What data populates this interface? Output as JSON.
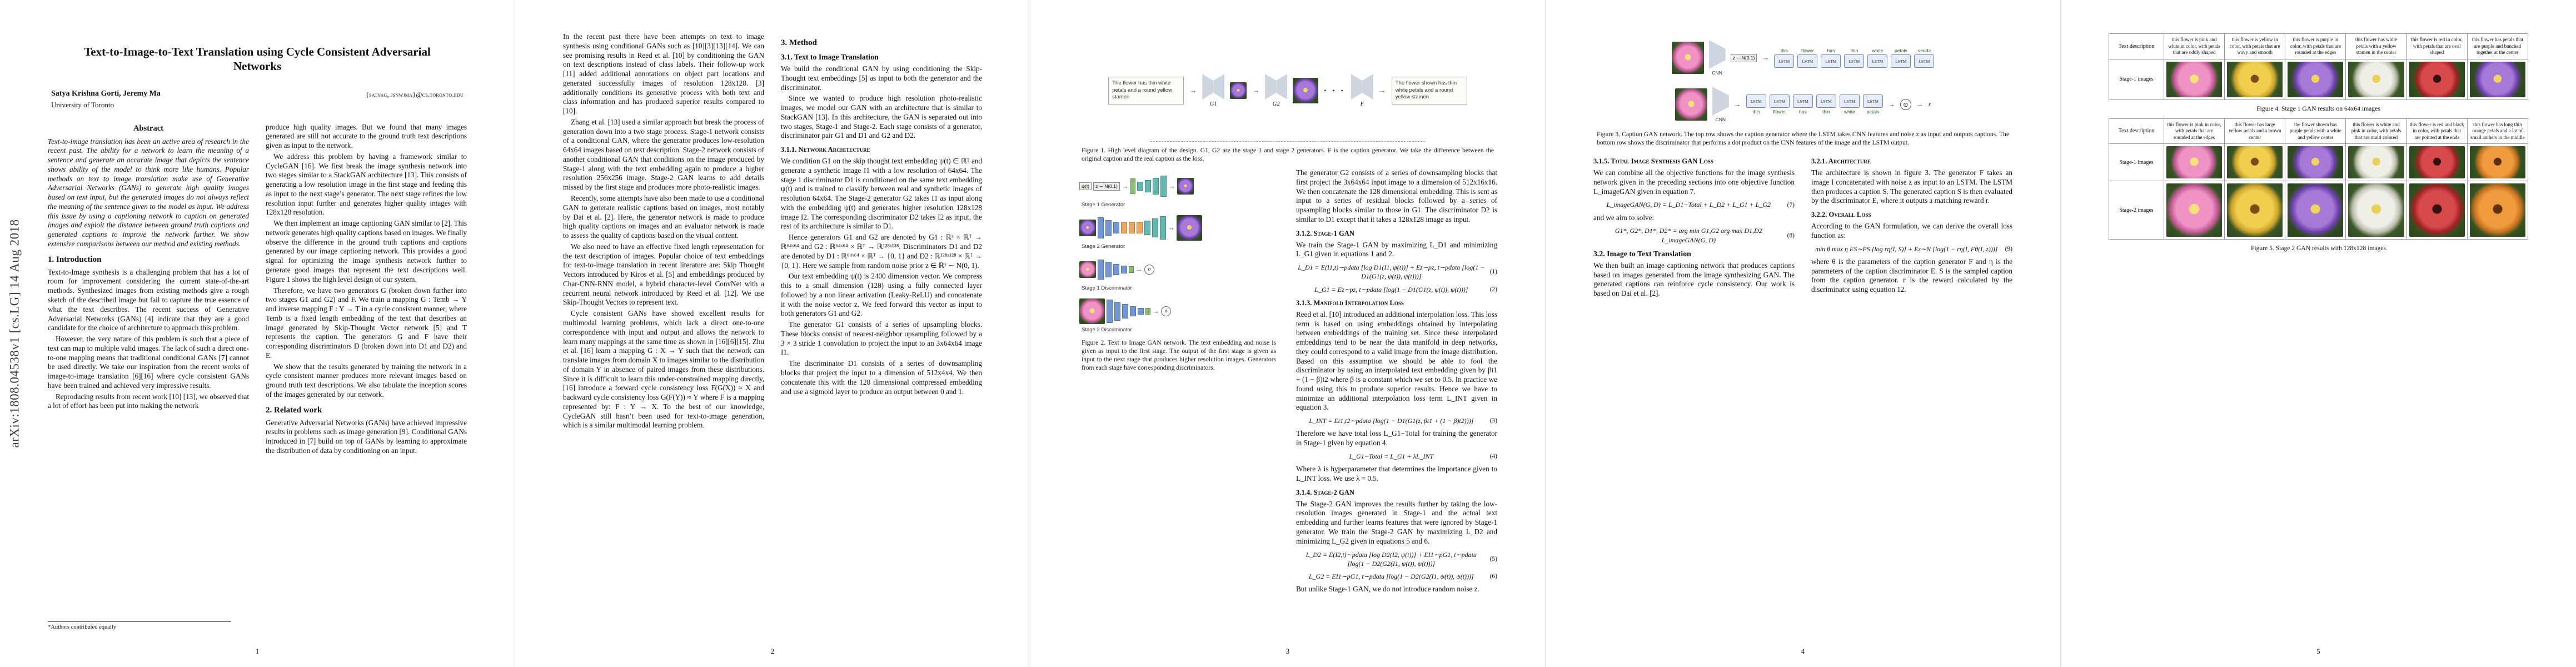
{
  "arxiv": {
    "stamp": "arXiv:1808.04538v1  [cs.LG]  14 Aug 2018"
  },
  "p1": {
    "title": "Text-to-Image-to-Text Translation using Cycle Consistent Adversarial Networks",
    "authors": "Satya Krishna Gorti, Jeremy Ma",
    "emails": "{satyag, jsnwjma}@cs.toronto.edu",
    "affiliation": "University of Toronto",
    "abstract_heading": "Abstract",
    "abstract": "Text-to-image translation has been an active area of research in the recent past. The ability for a network to learn the meaning of a sentence and generate an accurate image that depicts the sentence shows ability of the model to think more like humans. Popular methods on text to image translation make use of Generative Adversarial Networks (GANs) to generate high quality images based on text input, but the generated images do not always reflect the meaning of the sentence given to the model as input. We address this issue by using a captioning network to caption on generated images and exploit the distance between ground truth captions and generated captions to improve the network further. We show extensive comparisons between our method and existing methods.",
    "s1_heading": "1. Introduction",
    "intro_p1": "Text-to-Image synthesis is a challenging problem that has a lot of room for improvement considering the current state-of-the-art methods. Synthesized images from existing methods give a rough sketch of the described image but fail to capture the true essence of what the text describes. The recent success of Generative Adversarial Networks (GANs) [4] indicate that they are a good candidate for the choice of architecture to approach this problem.",
    "intro_p2": "However, the very nature of this problem is such that a piece of text can map to multiple valid images. The lack of such a direct one-to-one mapping means that traditional conditional GANs [7] cannot be used directly. We take our inspiration from the recent works of image-to-image translation [6][16] where cycle consistent GANs have been trained and achieved very impressive results.",
    "intro_p3": "Reproducing results from recent work [10] [13], we observed that a lot of effort has been put into making the network",
    "footnote": "*Authors contributed equally",
    "col2_p1": "produce high quality images. But we found that many images generated are still not accurate to the ground truth text descriptions given as input to the network.",
    "col2_p2": "We address this problem by having a framework similar to CycleGAN [16]. We first break the image synthesis network into two stages similar to a StackGAN architecture [13]. This consists of generating a low resolution image in the first stage and feeding this as input to the next stage’s generator. The next stage refines the low resolution input further and generates higher quality images with 128x128 resolution.",
    "col2_p3": "We then implement an image captioning GAN similar to [2]. This network generates high quality captions based on images. We finally observe the difference in the ground truth captions and captions generated by our image captioning network. This provides a good signal for optimizing the image synthesis network further to generate good images that represent the text descriptions well. Figure 1 shows the high level design of our system.",
    "col2_p4": "Therefore, we have two generators G (broken down further into two stages G1 and G2) and F. We train a mapping G : Temb → Y and inverse mapping F : Y → T in a cycle consistent manner, where Temb is a fixed length embedding of the text that describes an image generated by Skip-Thought Vector network [5] and T represents the caption. The generators G and F have their corresponding discriminators D (broken down into D1 and D2) and E.",
    "col2_p5": "We show that the results generated by training the network in a cycle consistent manner produces more relevant images based on ground truth text descriptions. We also tabulate the inception scores of the images generated by our network.",
    "s2_heading": "2. Related work",
    "related_p1": "Generative Adversarial Networks (GANs) have achieved impressive results in problems such as image generation [9]. Conditional GANs introduced in [7] build on top of GANs by learning to approximate the distribution of data by conditioning on an input.",
    "pageno": "1"
  },
  "p2": {
    "c1p1": "In the recent past there have been attempts on text to image synthesis using conditional GANs such as [10][3][13][14]. We can see promising results in Reed et al. [10] by conditioning the GAN on text descriptions instead of class labels. Their follow-up work [11] added additional annotations on object part locations and generated successfully images of resolution 128x128. [3] additionally conditions its generative process with both text and class information and has produced superior results compared to [10].",
    "c1p2": "Zhang et al. [13] used a similar approach but break the process of generation down into a two stage process. Stage-1 network consists of a conditional GAN, where the generator produces low-resolution 64x64 images based on text description. Stage-2 network consists of another conditional GAN that conditions on the image produced by Stage-1 along with the text embedding again to produce a higher resolution 256x256 image. Stage-2 GAN learns to add details missed by the first stage and produces more photo-realistic images.",
    "c1p3": "Recently, some attempts have also been made to use a conditional GAN to generate realistic captions based on images, most notably by Dai et al. [2]. Here, the generator network is made to produce high quality captions on images and an evaluator network is made to assess the quality of captions based on the visual content.",
    "c1p4": "We also need to have an effective fixed length representation for the text description of images. Popular choice of text embeddings for text-to-image translation in recent literature are: Skip Thought Vectors introduced by Kiros et al. [5] and embeddings produced by Char-CNN-RNN model, a hybrid character-level ConvNet with a recurrent neural network introduced by Reed et al. [12]. We use Skip-Thought Vectors to represent text.",
    "c1p5": "Cycle consistent GANs have showed excellent results for multimodal learning problems, which lack a direct one-to-one correspondence with input and output and allows the network to learn many mappings at the same time as shown in [16][6][15]. Zhu et al. [16] learn a mapping G : X → Y such that the network can translate images from domain X to images similar to the distribution of domain Y in absence of paired images from these distributions. Since it is difficult to learn this under-constrained mapping directly, [16] introduce a forward cycle consistency loss F(G(X)) ≈ X and backward cycle consistency loss G(F(Y)) ≈ Y where F is a mapping represented by: F : Y → X. To the best of our knowledge, CycleGAN still hasn’t been used for text-to-image generation, which is a similar multimodal learning problem.",
    "method_heading": "3. Method",
    "s31_heading": "3.1. Text to Image Translation",
    "m_p1": "We build the conditional GAN by using conditioning the Skip-Thought text embeddings [5] as input to both the generator and the discriminator.",
    "m_p2": "Since we wanted to produce high resolution photo-realistic images, we model our GAN with an architecture that is similar to StackGAN [13]. In this architecture, the GAN is separated out into two stages, Stage-1 and Stage-2. Each stage consists of a generator, discriminator pair G1 and D1 and G2 and D2.",
    "s311_heading": "3.1.1. Network Architecture",
    "a_p1": "We condition G1 on the skip thought text embedding ψ(t) ∈ ℝᵀ and generate a synthetic image I1 with a low resolution of 64x64. The stage 1 discriminator D1 is conditioned on the same text embedding ψ(t) and is trained to classify between real and synthetic images of resolution 64x64. The Stage-2 generator G2 takes I1 as input along with the embedding ψ(t) and generates higher resolution 128x128 image I2. The corresponding discriminator D2 takes I2 as input, the rest of its architecture is similar to D1.",
    "a_p2": "Hence generators G1 and G2 are denoted by G1 : ℝᶻ × ℝᵀ → ℝ⁶⁴ˣ⁶⁴ and G2 : ℝ⁶⁴ˣ⁶⁴ × ℝᵀ → ℝ¹²⁸ˣ¹²⁸. Discriminators D1 and D2 are denoted by D1 : ℝ⁶⁴ˣ⁶⁴ × ℝᵀ → {0, 1} and D2 : ℝ¹²⁸ˣ¹²⁸ × ℝᵀ → {0, 1}. Here we sample from random noise prior z ∈ ℝᶻ ∼ N(0, 1).",
    "a_p3": "Our text embedding ψ(t) is 2400 dimension vector. We compress this to a small dimension (128) using a fully connected layer followed by a non linear activation (Leaky-ReLU) and concatenate it with the noise vector z. We feed forward this vector as input to both generators G1 and G2.",
    "a_p4": "The generator G1 consists of a series of upsampling blocks. These blocks consist of nearest-neighbor upsampling followed by a 3 × 3 stride 1 convolution to project the input to an 3x64x64 image I1.",
    "a_p5": "The discriminator D1 consists of a series of downsampling blocks that project the input to a dimension of 512x4x4. We then concatenate this with the 128 dimensional compressed embedding and use a sigmoid layer to produce an output between 0 and 1.",
    "pageno": "2"
  },
  "p3": {
    "fig1": {
      "input_text": "The flower has thin white petals and a round yellow stamen",
      "g1_label": "G1",
      "g2_label": "G2",
      "f_label": "F",
      "dots": "• • •",
      "img1_color": "purple",
      "img2_color": "purple",
      "output_text": "The flower shown has thin white petals and a round yellow stamen"
    },
    "fig1_caption": "Figure 1. High level diagram of the design. G1, G2 are the stage 1 and stage 2 generators. F is the caption generator. We take the difference between the original caption and the real caption as the loss.",
    "fig2": {
      "psi_label": "ψ(t)",
      "z_label": "z ∼ N(0,1)",
      "sig_label": "σ",
      "s1g_label": "Stage 1 Generator",
      "s2g_label": "Stage 2 Generator",
      "s1d_label": "Stage 1 Discriminator",
      "s2d_label": "Stage 2 Discriminator",
      "g1_out_color": "purple",
      "g2_out_color": "purple",
      "d1_in_color": "pink",
      "d2_in_color": "pink"
    },
    "fig2_caption": "Figure 2. Text to Image GAN network. The text embedding and noise is given as input to the first stage. The output of the first stage is given as input to the next stage that produces higher resolution images. Generators from each stage have corresponding discriminators.",
    "cont_p1": "The generator G2 consists of a series of downsampling blocks that first project the 3x64x64 input image to a dimension of 512x16x16. We then concatenate the 128 dimensional embedding. This is sent as input to a series of residual blocks followed by a series of upsampling blocks similar to those in G1. The discriminator D2 is similar to D1 except that it takes a 128x128 image as input.",
    "s312_heading": "3.1.2. Stage-1 GAN",
    "g1_p1": "We train the Stage-1 GAN by maximizing L_D1 and minimizing L_G1 given in equations 1 and 2.",
    "eq1": "L_D1 = E(I1,t)∼pdata [log D1(I1, ψ(t))] + Ez∼pz, t∼pdata [log(1 − D1(G1(z, ψ(t)), ψ(t)))]",
    "eq1_no": "(1)",
    "eq2": "L_G1 = Ez∼pz, t∼pdata [log(1 − D1(G1(z, ψ(t)), ψ(t)))]",
    "eq2_no": "(2)",
    "s313_heading": "3.1.3. Manifold Interpolation Loss",
    "mi_p1": "Reed et al. [10] introduced an additional interpolation loss. This loss term is based on using embeddings obtained by interpolating between embeddings of the training set. Since these interpolated embeddings tend to be near the data manifold in deep networks, they could correspond to a valid image from the image distribution. Based on this assumption we should be able to fool the discriminator by using an interpolated text embedding given by βt1 + (1 − β)t2 where β is a constant which we set to 0.5. In practice we found using this to produce superior results. Hence we have to minimize an additional interpolation loss term L_INT given in equation 3.",
    "eq3": "L_INT = Et1,t2∼pdata [log(1 − D1(G1(z, βt1 + (1 − β)t2)))]",
    "eq3_no": "(3)",
    "mi_p2": "Therefore we have total loss L_G1−Total for training the generator in Stage-1 given by equation 4.",
    "eq4": "L_G1−Total = L_G1 + λL_INT",
    "eq4_no": "(4)",
    "mi_p3": "Where λ is hyperparameter that determines the importance given to L_INT loss. We use λ = 0.5.",
    "s314_heading": "3.1.4. Stage-2 GAN",
    "g2_p1": "The Stage-2 GAN improves the results further by taking the low-resolution images generated in Stage-1 and the actual text embedding and further learns features that were ignored by Stage-1 generator. We train the Stage-2 GAN by maximizing L_D2 and minimizing L_G2 given in equations 5 and 6.",
    "eq5": "L_D2 = E(I2,t)∼pdata [log D2(I2, ψ(t))] + EI1∼pG1, t∼pdata [log(1 − D2(G2(I1, ψ(t)), ψ(t)))]",
    "eq5_no": "(5)",
    "eq6": "L_G2 = EI1∼pG1, t∼pdata [log(1 − D2(G2(I1, ψ(t)), ψ(t)))]",
    "eq6_no": "(6)",
    "g2_p2": "But unlike Stage-1 GAN, we do not introduce random noise z.",
    "pageno": "3"
  },
  "p4": {
    "fig3": {
      "cnn_label": "CNN",
      "z_label": "z ∼ N(0,1)",
      "lstm_label": "LSTM",
      "words": [
        "this",
        "flower",
        "has",
        "thin",
        "white",
        "petals"
      ],
      "end_token": "<end>",
      "dot_label": "⊙",
      "r_label": "r",
      "gen_img_color": "pink",
      "disc_img_color": "pink"
    },
    "fig3_caption": "Figure 3. Caption GAN network. The top row shows the caption generator where the LSTM takes CNN features and noise z as input and outputs captions. The bottom row shows the discriminator that performs a dot product on the CNN features of the image and the LSTM output.",
    "s315_heading": "3.1.5. Total Image Synthesis GAN Loss",
    "t_p1": "We can combine all the objective functions for the image synthesis network given in the preceding sections into one objective function L_imageGAN given in equation 7.",
    "eq7": "L_imageGAN(G, D) = L_D1−Total + L_D2 + L_G1 + L_G2",
    "eq7_no": "(7)",
    "t_p2": "and we aim to solve:",
    "eq8": "G1*, G2*, D1*, D2* = arg min G1,G2 arg max D1,D2 L_imageGAN(G, D)",
    "eq8_no": "(8)",
    "s32_heading": "3.2. Image to Text Translation",
    "i2t_p1": "We then built an image captioning network that produces captions based on images generated from the image synthesizing GAN. The generated captions can reinforce cycle consistency. Our work is based on Dai et al. [2].",
    "s321_heading": "3.2.1. Architecture",
    "arch_p1": "The architecture is shown in figure 3. The generator F takes an image I concatenated with noise z as input to an LSTM. The LSTM then produces a caption S. The generated caption S is then evaluated by the discriminator E, where it outputs a matching reward r.",
    "s322_heading": "3.2.2. Overall Loss",
    "ov_p1": "According to the GAN formulation, we can derive the overall loss function as:",
    "eq9": "min θ max η ES∼PS [log rη(I, S)] + Ez∼N [log(1 − rη(I, Fθ(I, z)))]",
    "eq9_no": "(9)",
    "ov_p2": "where θ is the parameters of the caption generator F and η is the parameters of the caption discriminator E. S is the sampled caption from the caption generator. r is the reward calculated by the discriminator using equation 12.",
    "pageno": "4"
  },
  "p5": {
    "fig4": {
      "row1_label": "Text description",
      "row2_label": "Stage-1 images",
      "descriptions": [
        "this flower is pink and white in color, with petals that are oddly shaped",
        "this flower is yellow in color, with petals that are wavy and smooth",
        "this flower is purple in color, with petals that are rounded at the edges",
        "this flower has white petals with a yellow stamen in the center",
        "this flower is red in color, with petals that are oval shaped",
        "this flower has petals that are purple and bunched together at the center"
      ],
      "colors": [
        "pink",
        "yellow",
        "purple",
        "white",
        "red",
        "purple"
      ],
      "caption": "Figure 4. Stage 1 GAN results on 64x64 images"
    },
    "fig5": {
      "row1_label": "Text description",
      "row2_label": "Stage-1 images",
      "row3_label": "Stage-2 images",
      "descriptions": [
        "this flower is pink in color, with petals that are rounded at the edges",
        "this flower has large yellow petals and a brown center",
        "the flower shown has purple petals with a white and yellow center",
        "this flower is white and pink in color, with petals that are multi colored",
        "this flower is red and black in color, with petals that are pointed at the ends",
        "this flower has long thin orange petals and a lot of small anthers in the middle"
      ],
      "s1_colors": [
        "pink",
        "yellow",
        "purple",
        "white",
        "red",
        "orange"
      ],
      "s2_colors": [
        "pink",
        "yellow",
        "purple",
        "white",
        "red",
        "orange"
      ],
      "caption": "Figure 5. Stage 2 GAN results with 128x128 images"
    },
    "pageno": "5"
  }
}
